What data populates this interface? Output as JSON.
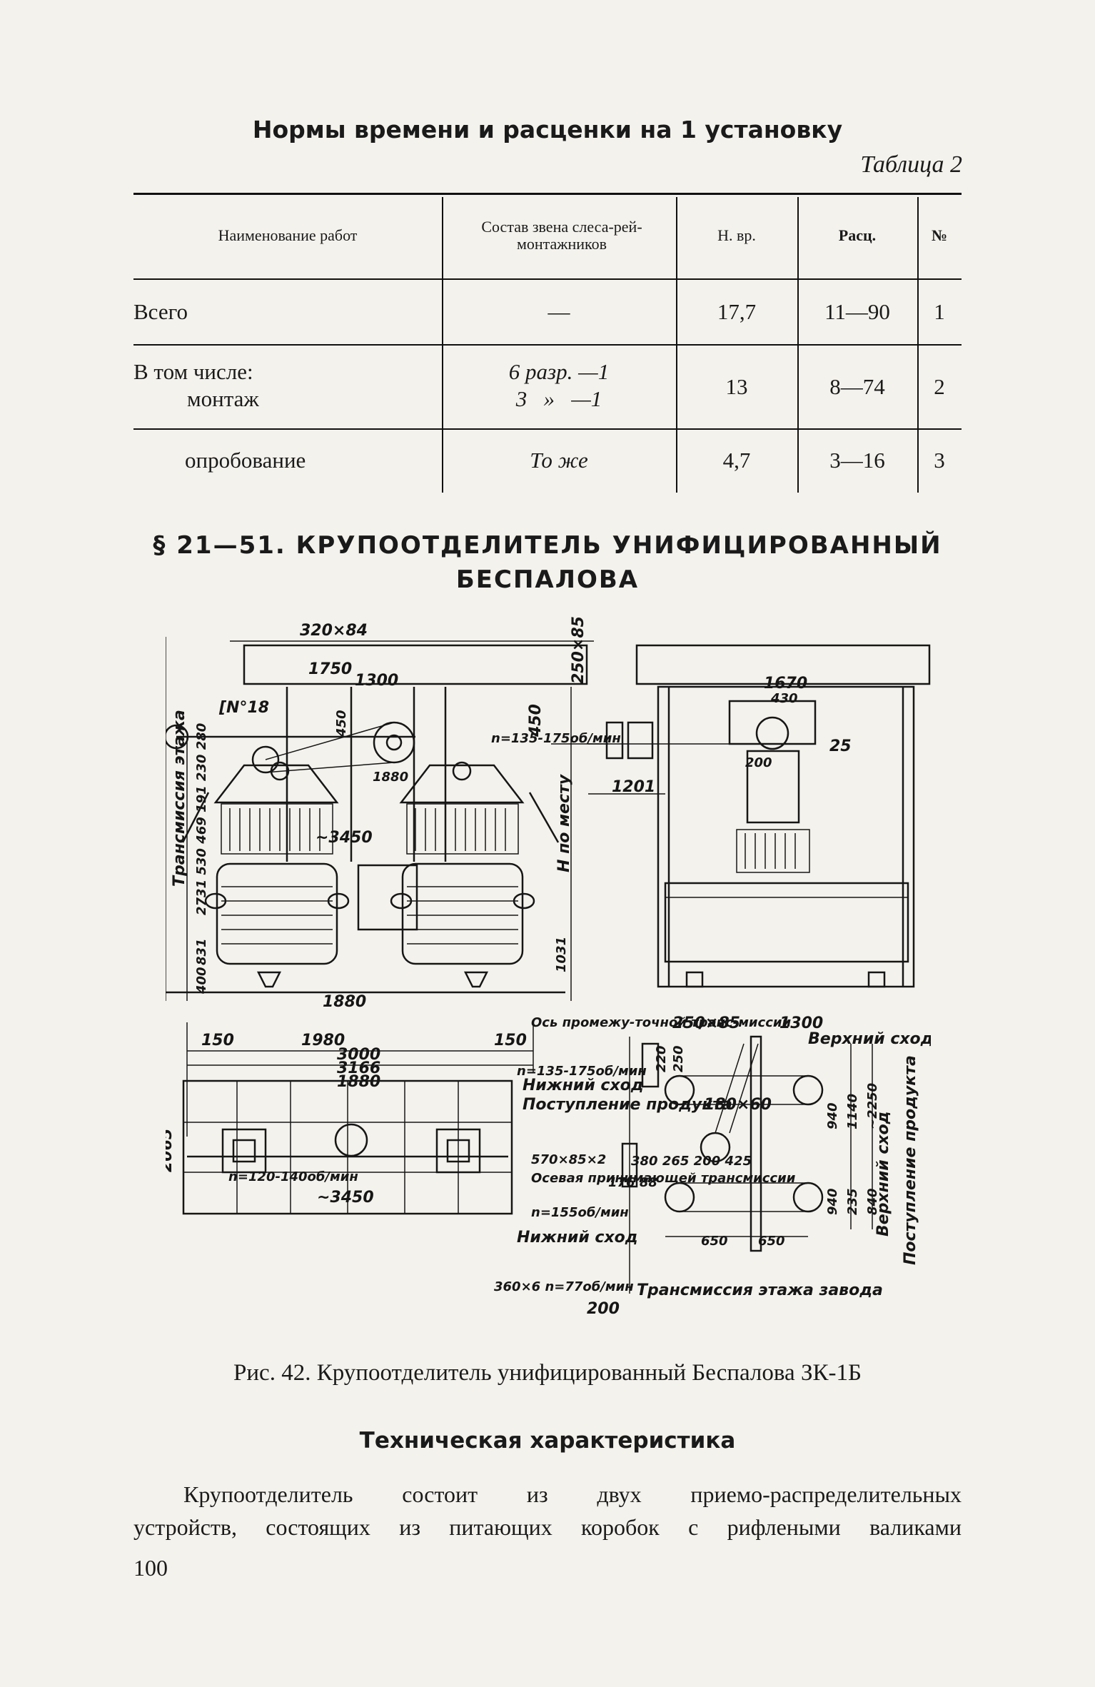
{
  "table_title": "Нормы времени и расценки на 1 установку",
  "table_number": "Таблица 2",
  "table": {
    "headers": [
      "Наименование работ",
      "Состав звена слеса-рей-монтажников",
      "Н. вр.",
      "Расц.",
      "№"
    ],
    "rows": [
      {
        "name": "Всего",
        "crew": "—",
        "time": "17,7",
        "price": "11—90",
        "num": "1"
      },
      {
        "name": "В том числе:",
        "name2": "монтаж",
        "crew": "6 разр. —1",
        "crew2": "3   »   —1",
        "time": "13",
        "price": "8—74",
        "num": "2"
      },
      {
        "name": "опробование",
        "crew": "То же",
        "time": "4,7",
        "price": "3—16",
        "num": "3"
      }
    ]
  },
  "section_title_1": "§ 21—51. КРУПООТДЕЛИТЕЛЬ УНИФИЦИРОВАННЫЙ",
  "section_title_2": "БЕСПАЛОВА",
  "figure_labels": {
    "d320x84": "320×84",
    "d250x85": "250×85",
    "d1750": "1750",
    "d1300": "1300",
    "cn18": "[N°18",
    "d450a": "450",
    "d450b": "450",
    "rpm1": "n=135-175об/мин",
    "d1880a": "1880",
    "d3450a": "~3450",
    "h_place": "H по месту",
    "floor_trans": "Трансмиссия этажа",
    "left_dims": "2731 530 469 191 230 280",
    "d831": "831",
    "d400": "400",
    "d1031": "1031",
    "d1880b": "1880",
    "d150a": "150",
    "d1980": "1980",
    "d150b": "150",
    "d3000": "3000",
    "d3166": "3166",
    "d1880c": "1880",
    "d2065": "2065",
    "rpm2": "n=120-140об/мин",
    "d3450b": "~3450",
    "d1670": "1670",
    "d430": "430",
    "d25": "25",
    "d200a": "200",
    "d1201": "1201",
    "axis_inter": "Ось промежу-точной транс-миссии",
    "rpm3": "n=135-175об/мин",
    "d250x85b": "250×85",
    "d1300b": "1300",
    "upper_exit": "Верхний сход",
    "lower_exit": "Нижний сход",
    "product_in": "Поступление продукта",
    "d180x60": "180×60",
    "d570": "570×85×2",
    "axial_trans": "Осевая принимающей трансмиссии",
    "rpm4": "n=155об/мин",
    "lower_exit2": "Нижний сход",
    "d360": "360×6 n=77об/мин",
    "d200b": "200",
    "floor_trans2": "Трансмиссия этажа завода",
    "d650a": "650",
    "d650b": "650",
    "d940a": "940",
    "d1140": "1140",
    "d2250": "~2250",
    "d940b": "940",
    "d235": "235",
    "d840": "840",
    "upper_exit2": "Верхний сход",
    "product_in2": "Поступление продукта",
    "dims_bottom": "380 265 200 425",
    "d176": "176 88",
    "d220": "220",
    "d250b": "250"
  },
  "fig_caption": "Рис. 42. Крупоотделитель унифицированный Беспалова ЗК-1Б",
  "tech_title": "Техническая характеристика",
  "body_line1": "Крупоотделитель состоит из двух приемо-распределительных",
  "body_line2": "устройств, состоящих из питающих коробок с рифлеными валиками",
  "page_number": "100"
}
